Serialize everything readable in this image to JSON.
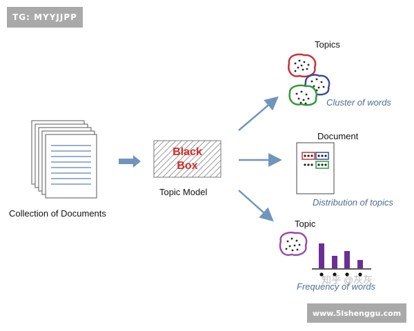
{
  "badges": {
    "tg": "TG: MYYJJPP",
    "site": "www.5lshenggu.com",
    "watermark": "知乎 @灰灰"
  },
  "diagram": {
    "input_label": "Collection of Documents",
    "model_label": "Topic Model",
    "black_box_line1": "Black",
    "black_box_line2": "Box",
    "outputs": {
      "topics": {
        "title": "Topics",
        "caption": "Cluster of words"
      },
      "document": {
        "title": "Document",
        "caption": "Distribution of topics"
      },
      "topic": {
        "title": "Topic",
        "caption": "Frequency of words"
      }
    }
  },
  "colors": {
    "arrow": "#6f95bd",
    "black_box_text": "#d42a2a",
    "cluster_red": "#c9303a",
    "cluster_blue": "#3a4a9a",
    "cluster_green": "#2f9a3a",
    "cluster_purple": "#9a4aa8",
    "bar": "#6a2f96",
    "caption": "#4f6d95"
  },
  "icons": [
    "document-stack-icon",
    "black-box-icon",
    "arrow-icon",
    "word-cluster-icon",
    "document-topic-distribution-icon",
    "word-frequency-bar-icon"
  ]
}
